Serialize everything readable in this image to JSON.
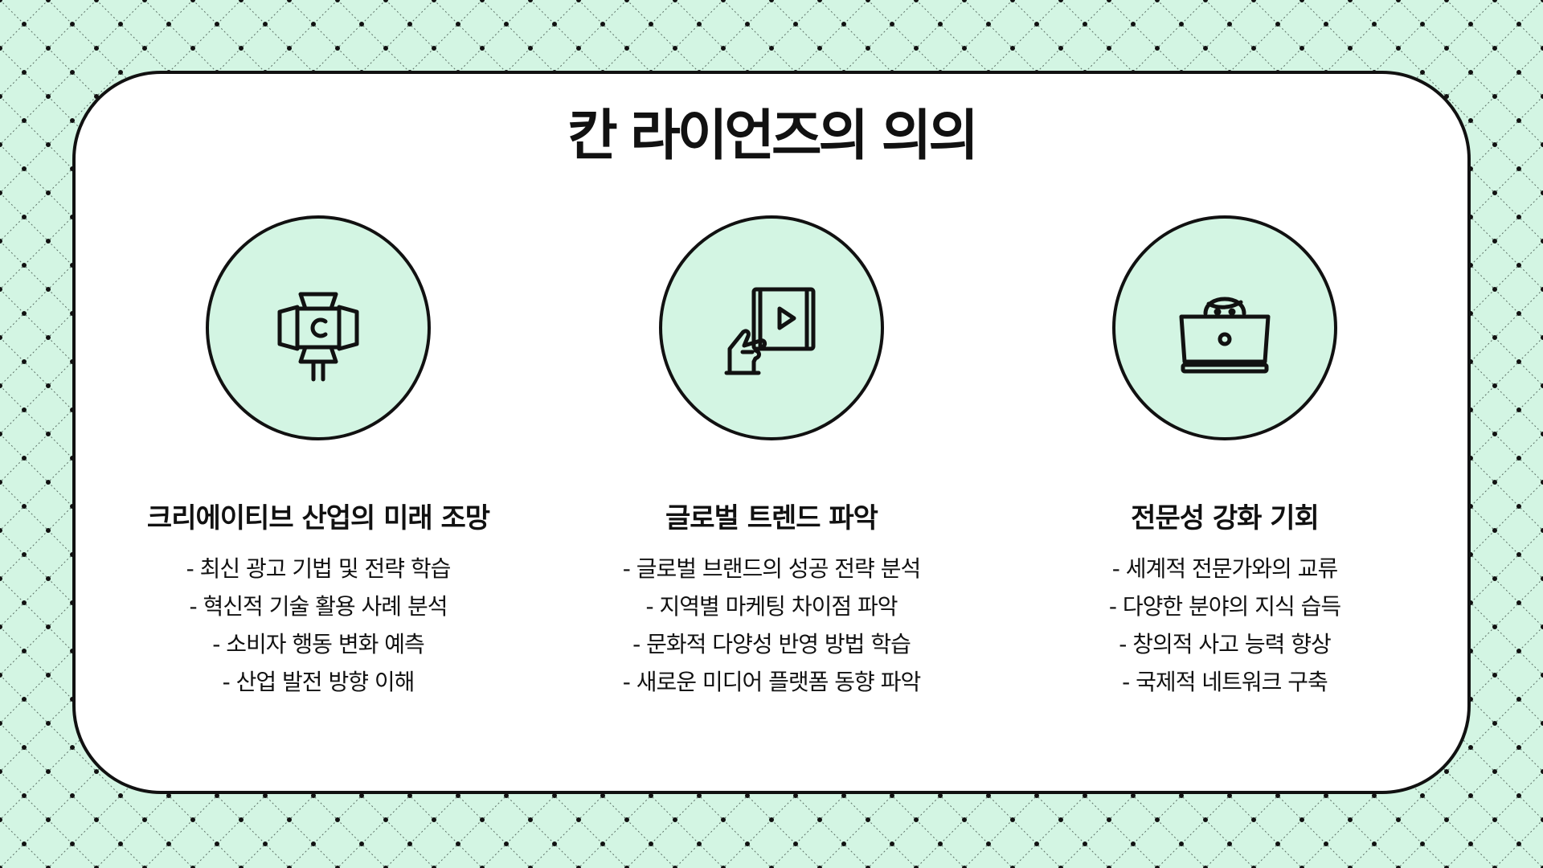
{
  "colors": {
    "background": "#d3f5e3",
    "card": "#ffffff",
    "ink": "#111111",
    "accent": "#d3f5e3"
  },
  "slide": {
    "title": "칸 라이언즈의 의의"
  },
  "columns": [
    {
      "icon": "stage-spotlight-icon",
      "heading": "크리에이티브 산업의 미래 조망",
      "items": [
        "- 최신 광고 기법 및 전략 학습",
        "- 혁신적 기술 활용 사례 분석",
        "- 소비자 행동 변화 예측",
        "- 산업 발전 방향 이해"
      ]
    },
    {
      "icon": "hand-tablet-video-icon",
      "heading": "글로벌 트렌드 파악",
      "items": [
        "- 글로벌 브랜드의 성공 전략 분석",
        "- 지역별 마케팅 차이점 파악",
        "- 문화적 다양성 반영 방법 학습",
        "- 새로운 미디어 플랫폼 동향 파악"
      ]
    },
    {
      "icon": "person-laptop-icon",
      "heading": "전문성 강화 기회",
      "items": [
        "- 세계적 전문가와의 교류",
        "- 다양한 분야의 지식 습득",
        "- 창의적 사고 능력 향상",
        "- 국제적 네트워크 구축"
      ]
    }
  ]
}
